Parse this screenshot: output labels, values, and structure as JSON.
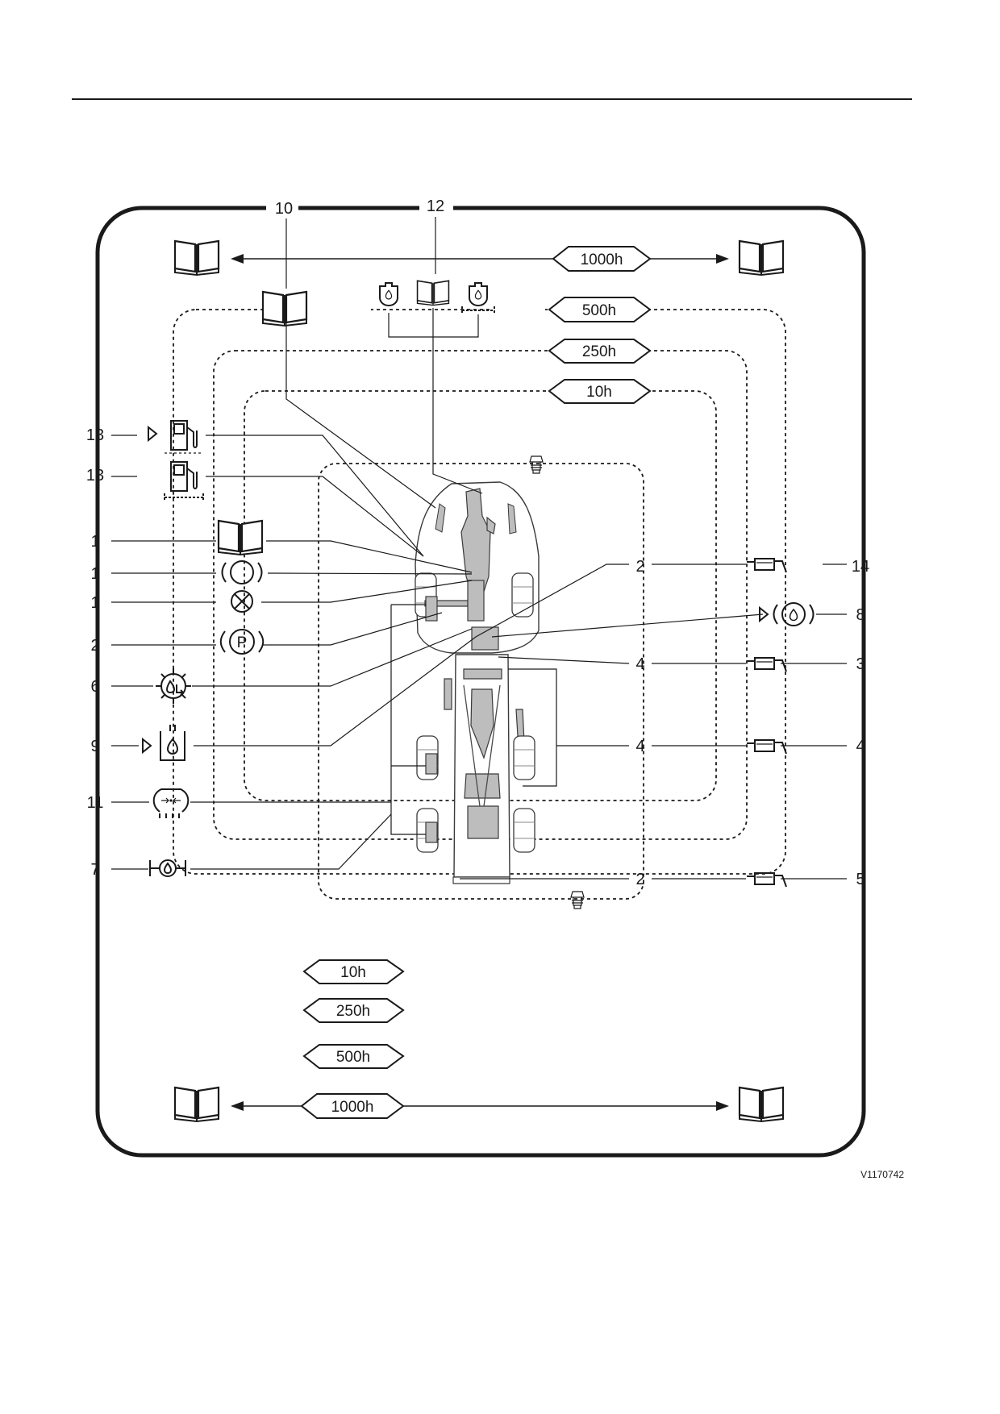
{
  "intervals": {
    "top_1000": "1000h",
    "top_500": "500h",
    "top_250": "250h",
    "top_10": "10h",
    "bottom_10": "10h",
    "bottom_250": "250h",
    "bottom_500": "500h",
    "bottom_1000": "1000h"
  },
  "callouts": {
    "top_10": "10",
    "top_12": "12",
    "left_13_a": "13",
    "left_13_b": "13",
    "left_1_a": "1",
    "left_1_b": "1",
    "left_1_c": "1",
    "left_2": "2",
    "left_6": "6",
    "left_9": "9",
    "left_11": "11",
    "left_7": "7",
    "mid_2_a": "2",
    "mid_4_a": "4",
    "mid_4_b": "4",
    "mid_2_b": "2",
    "right_14": "14",
    "right_8": "8",
    "right_3": "3",
    "right_4": "4",
    "right_5": "5"
  },
  "reference_code": "V1170742",
  "icons": [
    "manual-book-icon",
    "fuel-pump-icon",
    "brake-warning-icon",
    "brake-check-icon",
    "parking-brake-icon",
    "gear-oil-icon",
    "oil-reservoir-icon",
    "tire-pressure-icon",
    "axle-icon",
    "engine-oil-icon",
    "hydraulic-oil-icon",
    "grease-gun-icon",
    "grease-nipple-icon"
  ]
}
